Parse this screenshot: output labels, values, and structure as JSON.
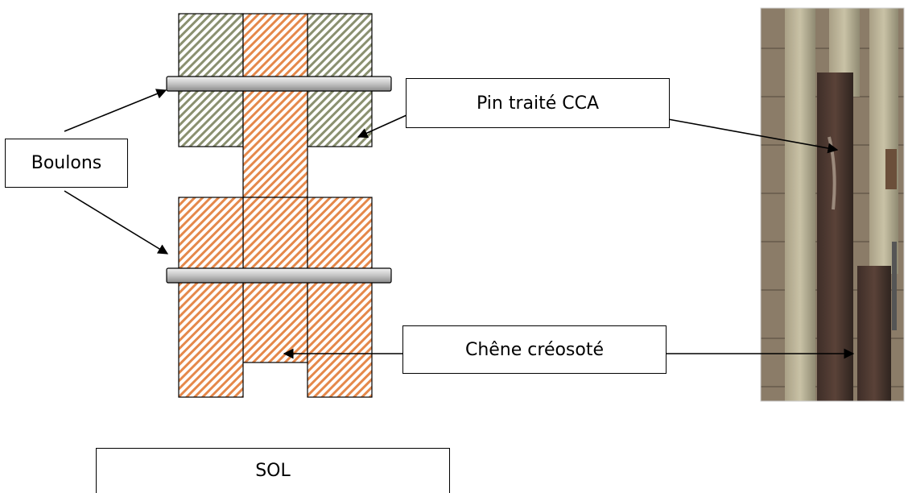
{
  "labels": {
    "bolts": "Boulons",
    "treated_pine": "Pin traité CCA",
    "creosoted_oak": "Chêne créosoté",
    "soil": "SOL"
  },
  "colors": {
    "pine": "#8a9070",
    "oak": "#e5884a",
    "bolt": "#bdbdbd"
  },
  "photo": {
    "subject": "wooden-posts-photo"
  }
}
